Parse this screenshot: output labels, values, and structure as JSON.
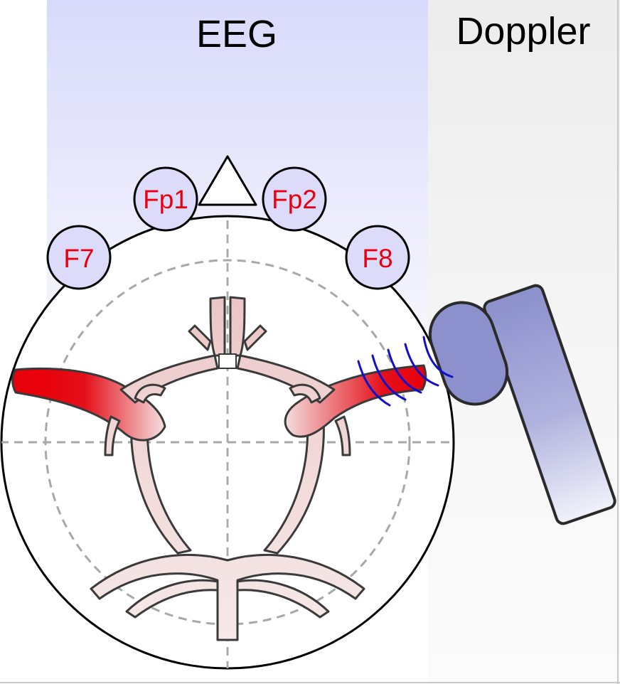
{
  "panels": {
    "eeg": {
      "title": "EEG"
    },
    "doppler": {
      "title": "Doppler"
    }
  },
  "electrodes": [
    {
      "id": "f7",
      "label": "F7"
    },
    {
      "id": "fp1",
      "label": "Fp1"
    },
    {
      "id": "fp2",
      "label": "Fp2"
    },
    {
      "id": "f8",
      "label": "F8"
    }
  ],
  "colors": {
    "eeg_panel_top": "#d9dafb",
    "doppler_panel": "#efefef",
    "electrode_fill": "#dcdcfa",
    "electrode_text": "#e8000f",
    "artery_dark": "#e8000a",
    "artery_light": "#f3dede",
    "probe_fill": "#8c90cc",
    "ultrasound_wave": "#1010cc",
    "grid_line": "#a8a8a8"
  }
}
